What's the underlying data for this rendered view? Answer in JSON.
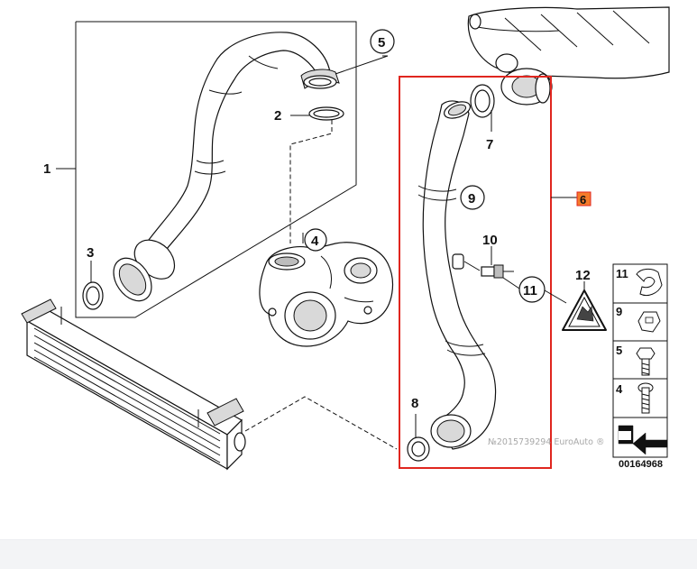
{
  "callouts": {
    "c1": "1",
    "c2": "2",
    "c3": "3",
    "c4": "4",
    "c5": "5",
    "c6": "6",
    "c7": "7",
    "c8": "8",
    "c9": "9",
    "c10": "10",
    "c11": "11",
    "c12": "12"
  },
  "legend": {
    "items": [
      {
        "label": "11"
      },
      {
        "label": "9"
      },
      {
        "label": "5"
      },
      {
        "label": "4"
      }
    ],
    "code": "00164968"
  },
  "watermark": "№2015739294 EuroAuto ®",
  "colors": {
    "highlight": "#e0261f",
    "highlight_tag_fill": "#f47b2b",
    "footer_bg": "#f3f4f6"
  }
}
